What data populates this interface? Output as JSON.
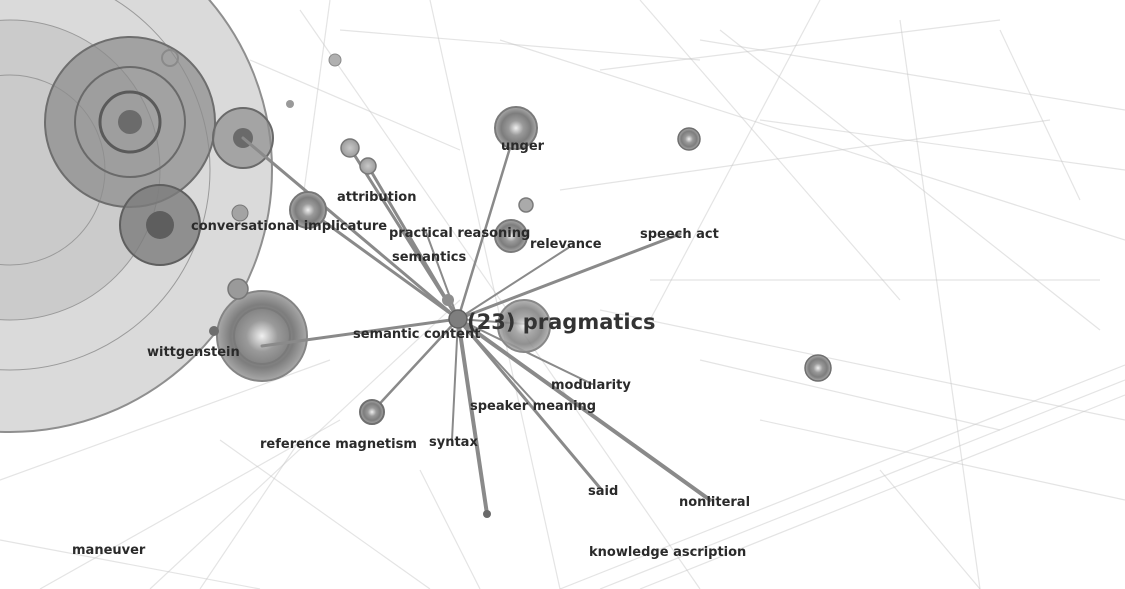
{
  "graph": {
    "focus_label": "(23) pragmatics",
    "neighbor_labels": {
      "unger": "unger",
      "attribution": "attribution",
      "conversational_implicature": "conversational implicature",
      "practical_reasoning": "practical reasoning",
      "relevance": "relevance",
      "speech_act": "speech act",
      "semantics": "semantics",
      "semantic_content": "semantic content",
      "wittgenstein": "wittgenstein",
      "modularity": "modularity",
      "speaker_meaning": "speaker meaning",
      "reference_magnetism": "reference magnetism",
      "syntax": "syntax",
      "said": "said",
      "nonliteral": "nonliteral"
    },
    "background_labels": {
      "maneuver": "maneuver",
      "knowledge_ascription": "knowledge ascription"
    },
    "colors": {
      "edge": "#8a8a8a",
      "node": "#9a9a9a",
      "label": "#2a2a2a"
    }
  }
}
